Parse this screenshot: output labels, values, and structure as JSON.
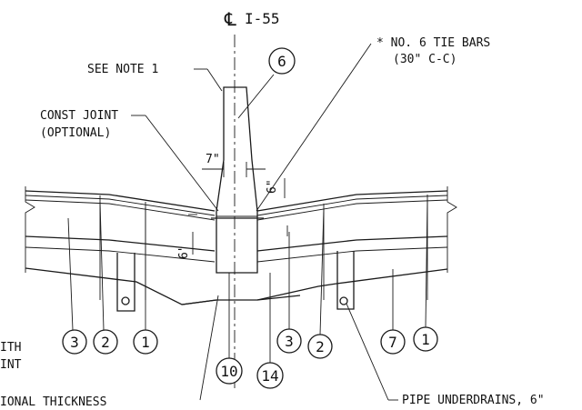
{
  "centerline": {
    "symbol": "℄",
    "label": "I-55"
  },
  "notes": {
    "tie_bars_line1": "* NO. 6 TIE BARS",
    "tie_bars_line2": "(30\" C-C)",
    "see_note": "SEE NOTE 1",
    "const_joint_line1": "CONST JOINT",
    "const_joint_line2": "(OPTIONAL)",
    "pipe_underdrains": "PIPE UNDERDRAINS, 6\"",
    "variable_thickness": "IONAL THICKNESS",
    "left_cut_line1": "ITH",
    "left_cut_line2": "INT"
  },
  "dimensions": {
    "width_7": "7\"",
    "dim_6_right": "6\"",
    "dim_6_left": "6\""
  },
  "callouts": {
    "c6": "6",
    "c3_left": "3",
    "c2_left": "2",
    "c1_left": "1",
    "c10": "10",
    "c14": "14",
    "c3_right": "3",
    "c2_right": "2",
    "c7": "7",
    "c1_right": "1"
  }
}
